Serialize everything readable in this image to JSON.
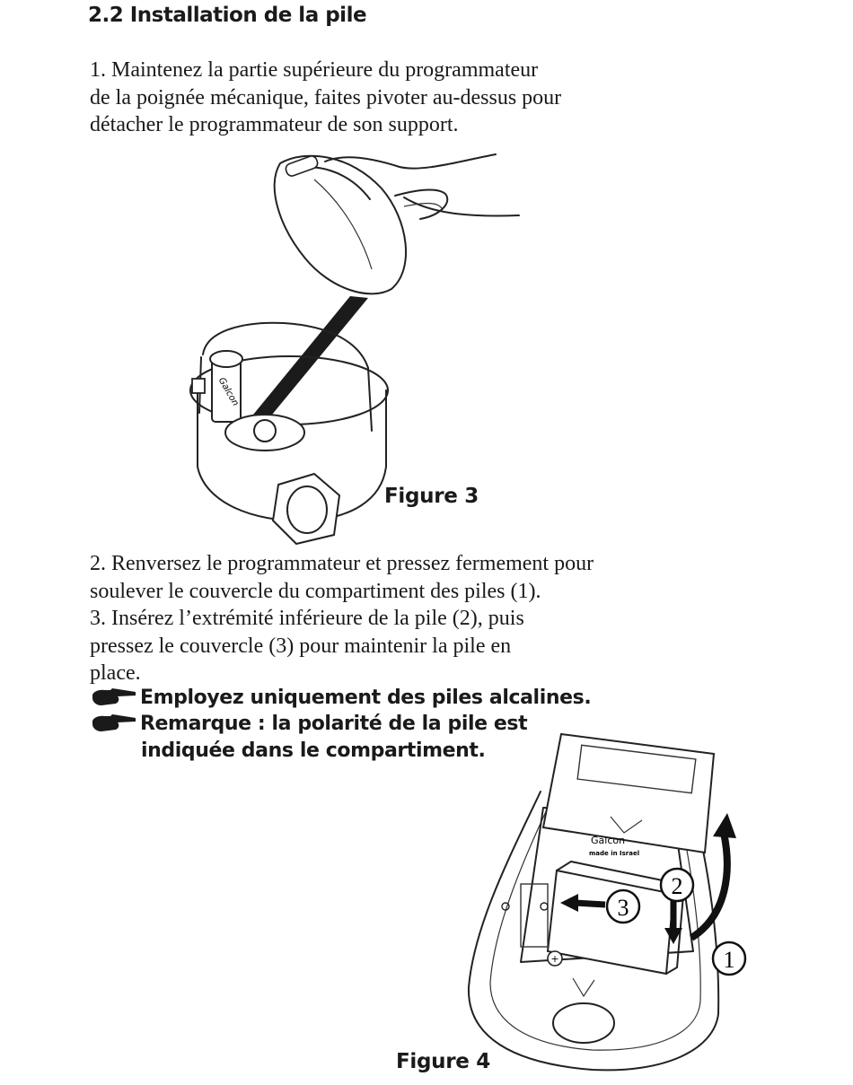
{
  "section": {
    "title": "2.2 Installation de la pile"
  },
  "steps": {
    "step1_lines": [
      "1. Maintenez la partie supérieure du programmateur",
      "de la poignée mécanique, faites pivoter au-dessus pour",
      "détacher le programmateur de son support."
    ],
    "step23_lines": [
      "2. Renversez le programmateur et pressez fermement pour",
      "soulever le couvercle du compartiment des piles (1).",
      "3. Insérez l’extrémité inférieure de la pile (2), puis",
      "pressez le couvercle (3) pour maintenir la pile en",
      "place."
    ]
  },
  "notes": {
    "note1": "Employez uniquement des piles alcalines.",
    "note2_line1": "Remarque : la polarité de la pile est",
    "note2_line2": "indiquée dans le compartiment."
  },
  "figures": {
    "fig3_label": "Figure 3",
    "fig4_label": "Figure 4",
    "fig3_brand": "Galcon",
    "fig4_brand": "Galcon",
    "fig4_made_in": "made in Israel",
    "callout_1": "1",
    "callout_2": "2",
    "callout_3": "3"
  },
  "icons": {
    "note_bullet": "pointing-hand-icon"
  }
}
